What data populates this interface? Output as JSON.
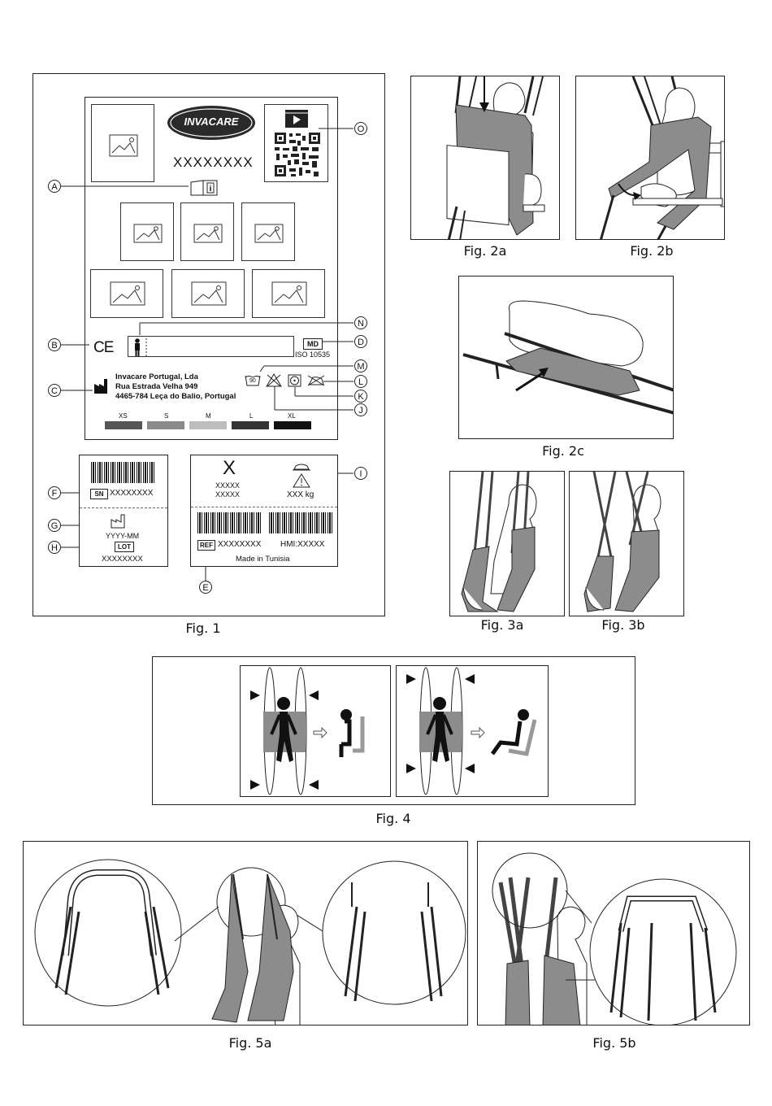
{
  "fig1": {
    "caption": "Fig. 1",
    "brand": "INVACARE",
    "product_code": "XXXXXXXX",
    "markers": {
      "A": "A",
      "B": "B",
      "C": "C",
      "D": "D",
      "E": "E",
      "F": "F",
      "G": "G",
      "H": "H",
      "I": "I",
      "J": "J",
      "K": "K",
      "L": "L",
      "M": "M",
      "N": "N",
      "O": "O"
    },
    "ce": "CE",
    "md": "MD",
    "iso": "ISO 10535",
    "manufacturer": {
      "line1": "Invacare Portugal, Lda",
      "line2": "Rua Estrada Velha 949",
      "line3": "4465-784 Leça do Balio, Portugal"
    },
    "wash_temp": "90",
    "sizes": [
      {
        "label": "XS",
        "color": "#555555"
      },
      {
        "label": "S",
        "color": "#8a8a8a"
      },
      {
        "label": "M",
        "color": "#bdbdbd"
      },
      {
        "label": "L",
        "color": "#333333"
      },
      {
        "label": "XL",
        "color": "#111111"
      }
    ],
    "label_left": {
      "sn_tag": "SN",
      "sn_value": "XXXXXXXX",
      "date": "YYYY-MM",
      "lot_tag": "LOT",
      "lot_value": "XXXXXXXX"
    },
    "label_right": {
      "size_letter": "X",
      "size_line1": "XXXXX",
      "size_line2": "XXXXX",
      "weight": "XXX kg",
      "ref_tag": "REF",
      "ref_value": "XXXXXXXX",
      "hmi": "HMI:XXXXX",
      "made_in": "Made in Tunisia"
    }
  },
  "captions": {
    "fig2a": "Fig. 2a",
    "fig2b": "Fig. 2b",
    "fig2c": "Fig. 2c",
    "fig3a": "Fig. 3a",
    "fig3b": "Fig. 3b",
    "fig4": "Fig. 4",
    "fig5a": "Fig. 5a",
    "fig5b": "Fig. 5b"
  },
  "colors": {
    "sling_gray": "#8c8c8c",
    "light_gray": "#b5b5b5"
  }
}
